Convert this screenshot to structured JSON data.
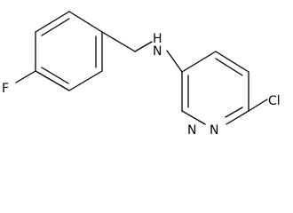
{
  "structure": {
    "atoms": {
      "fluorine": "F",
      "amine_nitrogen": "N",
      "amine_hydrogen": "H",
      "ring_nitrogen_1": "N",
      "ring_nitrogen_2": "N",
      "chlorine": "Cl"
    }
  }
}
